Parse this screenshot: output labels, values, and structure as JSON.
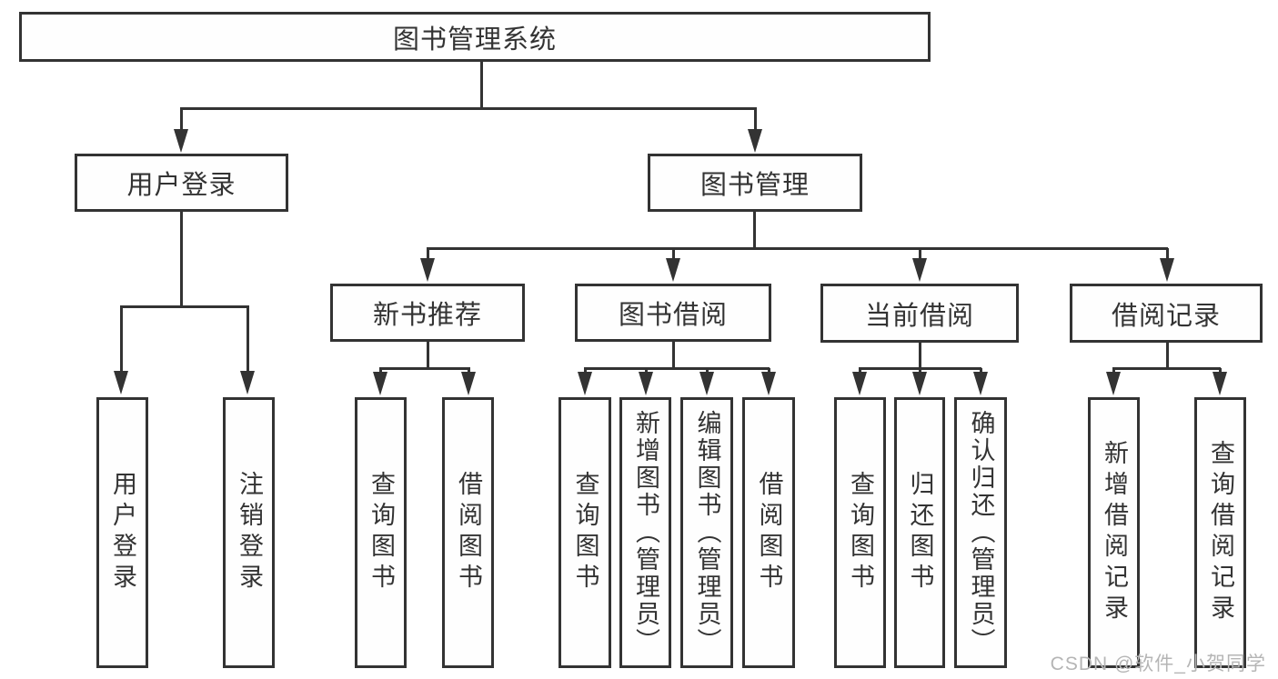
{
  "root": {
    "label": "图书管理系统"
  },
  "branches": [
    {
      "label": "用户登录",
      "children": [
        "用户登录",
        "注销登录"
      ]
    },
    {
      "label": "图书管理",
      "sections": [
        {
          "label": "新书推荐",
          "children": [
            "查询图书",
            "借阅图书"
          ]
        },
        {
          "label": "图书借阅",
          "children": [
            "查询图书",
            "新增图书（管理员）",
            "编辑图书（管理员）",
            "借阅图书"
          ]
        },
        {
          "label": "当前借阅",
          "children": [
            "查询图书",
            "归还图书",
            "确认归还（管理员）"
          ]
        },
        {
          "label": "借阅记录",
          "children": [
            "新增借阅记录",
            "查询借阅记录"
          ]
        }
      ]
    }
  ],
  "watermark": "CSDN @软件_小贺同学",
  "colors": {
    "line": "#333333",
    "box_border": "#333333",
    "text": "#333333",
    "watermark": "#b5b5b5",
    "background": "#ffffff"
  }
}
